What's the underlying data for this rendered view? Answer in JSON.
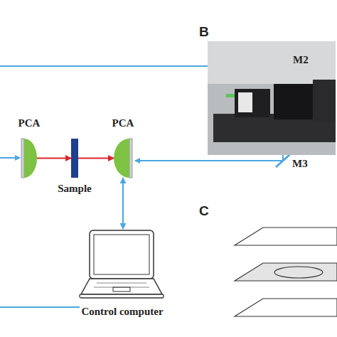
{
  "diagram": {
    "nodes": [
      {
        "text": [
          "PCA"
        ]
      },
      {
        "text": [
          "Sample"
        ]
      },
      {
        "text": [
          "PCA"
        ]
      },
      {
        "text": [
          "Control computer"
        ]
      }
    ],
    "edges": [
      {
        "from": 0,
        "to": 1,
        "arrow": "to"
      },
      {
        "from": 1,
        "to": 2,
        "arrow": "to"
      },
      {
        "from": 2,
        "to": 3,
        "arrow": "both"
      }
    ],
    "labels": [
      "B",
      "M2",
      "M3",
      "C"
    ]
  }
}
